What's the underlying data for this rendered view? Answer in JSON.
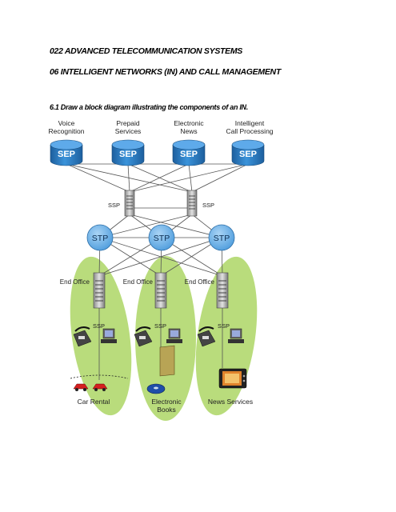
{
  "heading": {
    "course": "022 ADVANCED TELECOMMUNICATION SYSTEMS",
    "chapter": "06 INTELLIGENT NETWORKS (IN) AND CALL MANAGEMENT",
    "question": "6.1 Draw a block diagram illustrating the components of an IN."
  },
  "diagram": {
    "services": [
      {
        "line1": "Voice",
        "line2": "Recognition"
      },
      {
        "line1": "Prepaid",
        "line2": "Services"
      },
      {
        "line1": "Electronic",
        "line2": "News"
      },
      {
        "line1": "Intelligent",
        "line2": "Call Processing"
      }
    ],
    "sep_label": "SEP",
    "ssp_label": "SSP",
    "stp_label": "STP",
    "end_office_label": "End Office",
    "bottom_services": [
      {
        "line1": "Car Rental",
        "line2": ""
      },
      {
        "line1": "Electronic",
        "line2": "Books"
      },
      {
        "line1": "News Services",
        "line2": ""
      }
    ],
    "colors": {
      "cylinder": "#2d7fc4",
      "stp": "#6cb0e6",
      "green_zone": "#b9dc7c",
      "line": "#555555"
    }
  }
}
